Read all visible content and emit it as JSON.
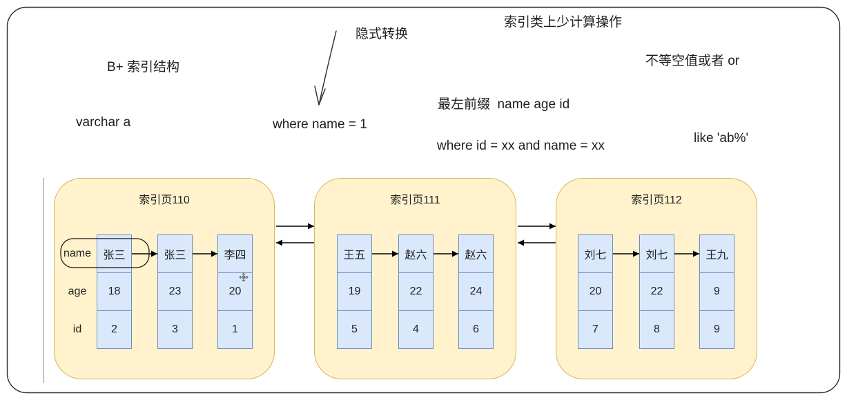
{
  "annotations": {
    "b_plus_index_structure": "B+ 索引结构",
    "varchar_a": "varchar a",
    "implicit_conversion": "隐式转换",
    "where_name_eq_1": "where name = 1",
    "avoid_calculation": "索引类上少计算操作",
    "not_equal_null_or": "不等空值或者 or",
    "leftmost_prefix": "最左前缀  name age id",
    "where_id_and_name": "where id = xx and name = xx",
    "like_prefix": "like 'ab%'"
  },
  "index_diagram": {
    "row_labels": {
      "name": "name",
      "age": "age",
      "id": "id"
    },
    "pages": [
      {
        "title": "索引页110",
        "records": [
          {
            "name": "张三",
            "age": 18,
            "id": 2
          },
          {
            "name": "张三",
            "age": 23,
            "id": 3
          },
          {
            "name": "李四",
            "age": 20,
            "id": 1
          }
        ]
      },
      {
        "title": "索引页111",
        "records": [
          {
            "name": "王五",
            "age": 19,
            "id": 5
          },
          {
            "name": "赵六",
            "age": 22,
            "id": 4
          },
          {
            "name": "赵六",
            "age": 24,
            "id": 6
          }
        ]
      },
      {
        "title": "索引页112",
        "records": [
          {
            "name": "刘七",
            "age": 20,
            "id": 7
          },
          {
            "name": "刘七",
            "age": 22,
            "id": 8
          },
          {
            "name": "王九",
            "age": 9,
            "id": 9
          }
        ]
      }
    ]
  },
  "icons": {
    "move_cursor": "move-cursor-icon",
    "hand_drawn_arrow": "hand-drawn-arrow-icon"
  },
  "colors": {
    "ink": "#1e1e1e",
    "page_fill": "#fff2cc",
    "page_border": "#d6b656",
    "cell_fill": "#dae8fc",
    "cell_border": "#6c8ebf",
    "arrow": "#000000"
  }
}
